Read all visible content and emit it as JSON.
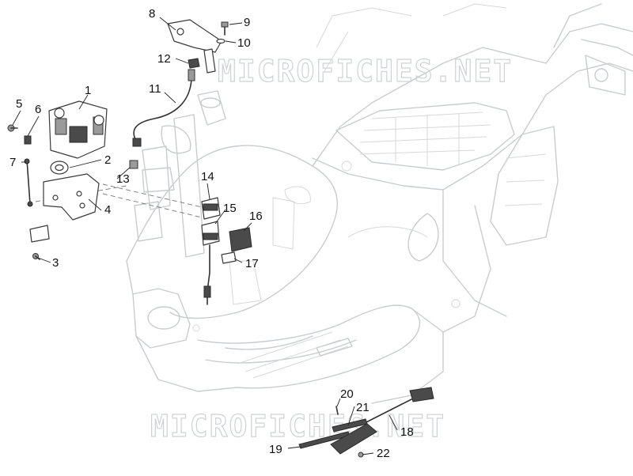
{
  "watermarks": [
    {
      "text": "MICROFICHES.NET"
    },
    {
      "text": "MICROFICHES.NET"
    }
  ],
  "callouts": [
    {
      "label": "1"
    },
    {
      "label": "2"
    },
    {
      "label": "3"
    },
    {
      "label": "4"
    },
    {
      "label": "5"
    },
    {
      "label": "6"
    },
    {
      "label": "7"
    },
    {
      "label": "8"
    },
    {
      "label": "9"
    },
    {
      "label": "10"
    },
    {
      "label": "11"
    },
    {
      "label": "12"
    },
    {
      "label": "13"
    },
    {
      "label": "14"
    },
    {
      "label": "15"
    },
    {
      "label": "16"
    },
    {
      "label": "17"
    },
    {
      "label": "18"
    },
    {
      "label": "19"
    },
    {
      "label": "20"
    },
    {
      "label": "21"
    },
    {
      "label": "22"
    }
  ]
}
